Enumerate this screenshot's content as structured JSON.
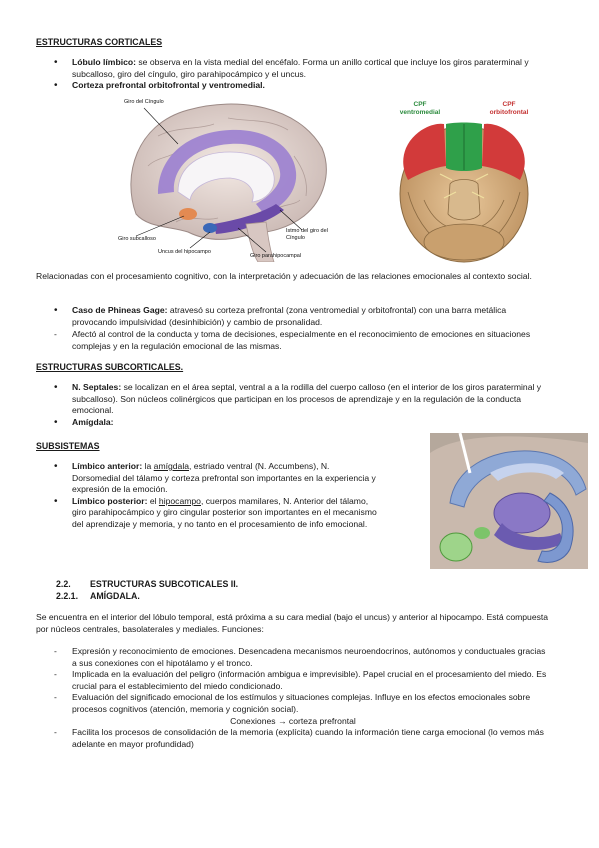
{
  "sec_corticales": {
    "heading": "ESTRUCTURAS CORTICALES",
    "items": [
      {
        "bold": "Lóbulo límbico:",
        "text": " se observa en la vista medial del encéfalo. Forma un anillo cortical que incluye los giros paraterminal y subcalloso, giro del cíngulo, giro parahipocámpico y el uncus."
      },
      {
        "bold": "Corteza prefrontal orbitofrontal y ventromedial.",
        "text": ""
      }
    ]
  },
  "fig_brain_medial": {
    "labels": {
      "cingulo": "Giro del Cíngulo",
      "subcalloso": "Giro subcalloso",
      "uncus": "Uncus del hipocampo",
      "parahipo": "Giro parahipocampal",
      "istmo": "Istmo del giro del Cíngulo"
    }
  },
  "fig_brain_inferior": {
    "labels": {
      "ventromedial": "CPF ventromedial",
      "orbitofrontal": "CPF orbitofrontal"
    },
    "colors": {
      "ventromedial": "#2fa04a",
      "orbitofrontal": "#d23a3a"
    }
  },
  "para_relacionadas": "Relacionadas con el procesamiento cognitivo, con la interpretación y adecuación de las relaciones emocionales al contexto social.",
  "gage_list": {
    "bullet": {
      "bold": "Caso de Phineas Gage:",
      "text": " atravesó su corteza prefrontal (zona ventromedial y orbitofrontal) con una barra metálica provocando impulsividad (desinhibición) y cambio de prsonalidad."
    },
    "dash": "Afectó al control de la conducta y toma de decisiones, especialmente en el reconocimiento de emociones en situaciones complejas y en la regulación emocional de las mismas."
  },
  "sec_subcorticales": {
    "heading": "ESTRUCTURAS SUBCORTICALES.",
    "items": [
      {
        "bold": "N. Septales:",
        "text": " se localizan en el área septal, ventral a a la rodilla del cuerpo calloso (en el interior de los giros paraterminal y subcalloso). Son núcleos colinérgicos que participan en los procesos de aprendizaje y en la regulación de la conducta emocional."
      },
      {
        "bold": "Amígdala:",
        "text": ""
      }
    ]
  },
  "sec_subsistemas": {
    "heading": "SUBSISTEMAS",
    "limbico_anterior": {
      "bold": "Límbico anterior:",
      "pre": " la ",
      "link": "amígdala",
      "post": ", estriado ventral (N. Accumbens), N. Dorsomedial del tálamo y corteza prefrontal son importantes en la experiencia y expresión de la emoción."
    },
    "limbico_posterior": {
      "bold": "Límbico posterior:",
      "pre": " el ",
      "link": "hipocampo",
      "post": ", cuerpos mamilares, N. Anterior del tálamo, giro parahipocámpico y giro cingular posterior son importantes en el mecanismo del aprendizaje y memoria, y no tanto en el procesamiento de info emocional."
    }
  },
  "section_22": {
    "num": "2.2.",
    "title": "ESTRUCTURAS SUBCOTICALES II."
  },
  "section_221": {
    "num": "2.2.1.",
    "title": "AMÍGDALA."
  },
  "para_amigdala": "Se encuentra en el interior del lóbulo temporal, está próxima a su cara medial (bajo el uncus) y anterior al hipocampo. Está compuesta por núcleos centrales, basolaterales y mediales. Funciones:",
  "funciones": [
    "Expresión y reconocimiento de emociones. Desencadena mecanismos neuroendocrinos, autónomos y conductuales gracias a sus conexiones con el hipotálamo y el tronco.",
    "Implicada en la evaluación del peligro (información ambigua e imprevisible). Papel crucial en el procesamiento del miedo. Es crucial para el establecimiento del miedo condicionado.",
    "Evaluación del significado emocional de los estímulos y situaciones complejas. Influye en los efectos emocionales sobre procesos cognitivos (atención, memoria y cognición social)."
  ],
  "conexiones_note": "Conexiones → corteza prefrontal",
  "funcion_final": "Facilita los procesos de consolidación de la memoria (explícita) cuando la información tiene carga emocional (lo vemos más adelante en mayor profundidad)"
}
